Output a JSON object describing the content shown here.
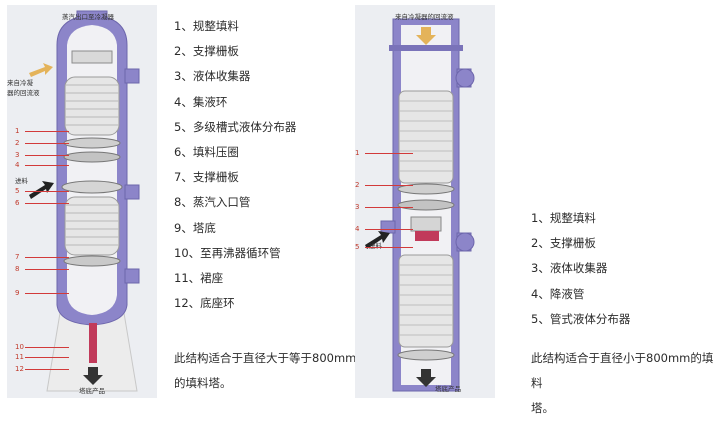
{
  "left": {
    "top_label": "蒸汽出口至冷凝器",
    "inlet_label_lines": [
      "来自冷凝",
      "器的回流液"
    ],
    "feed_label": "进料",
    "bottom_label": "塔底产品",
    "callouts": [
      "1",
      "2",
      "3",
      "4",
      "5",
      "6",
      "7",
      "8",
      "9",
      "10",
      "11",
      "12"
    ],
    "legend": [
      "1、规整填料",
      "2、支撑栅板",
      "3、液体收集器",
      "4、集液环",
      "5、多级槽式液体分布器",
      "6、填料压圈",
      "7、支撑栅板",
      "8、蒸汽入口管",
      "9、塔底",
      "10、至再沸器循环管",
      "11、裙座",
      "12、底座环"
    ],
    "note_lines": [
      "此结构适合于直径大于等于800mm",
      "的填料塔。"
    ]
  },
  "right": {
    "top_label": "来自冷凝器的回流液",
    "feed_label": "进料",
    "bottom_label": "塔底产品",
    "callouts": [
      "1",
      "2",
      "3",
      "4",
      "5"
    ],
    "legend": [
      "1、规整填料",
      "2、支撑栅板",
      "3、液体收集器",
      "4、降液管",
      "5、管式液体分布器"
    ],
    "note_lines": [
      "此结构适合于直径小于800mm的填料",
      "塔。"
    ]
  },
  "colors": {
    "shell": "#8b84c9",
    "shell_dark": "#6f68b0",
    "panel_bg": "#e9eaee",
    "callout": "#d23a3a",
    "packing": "#e6e6e6",
    "feed_arrow": "#e4b35a"
  }
}
